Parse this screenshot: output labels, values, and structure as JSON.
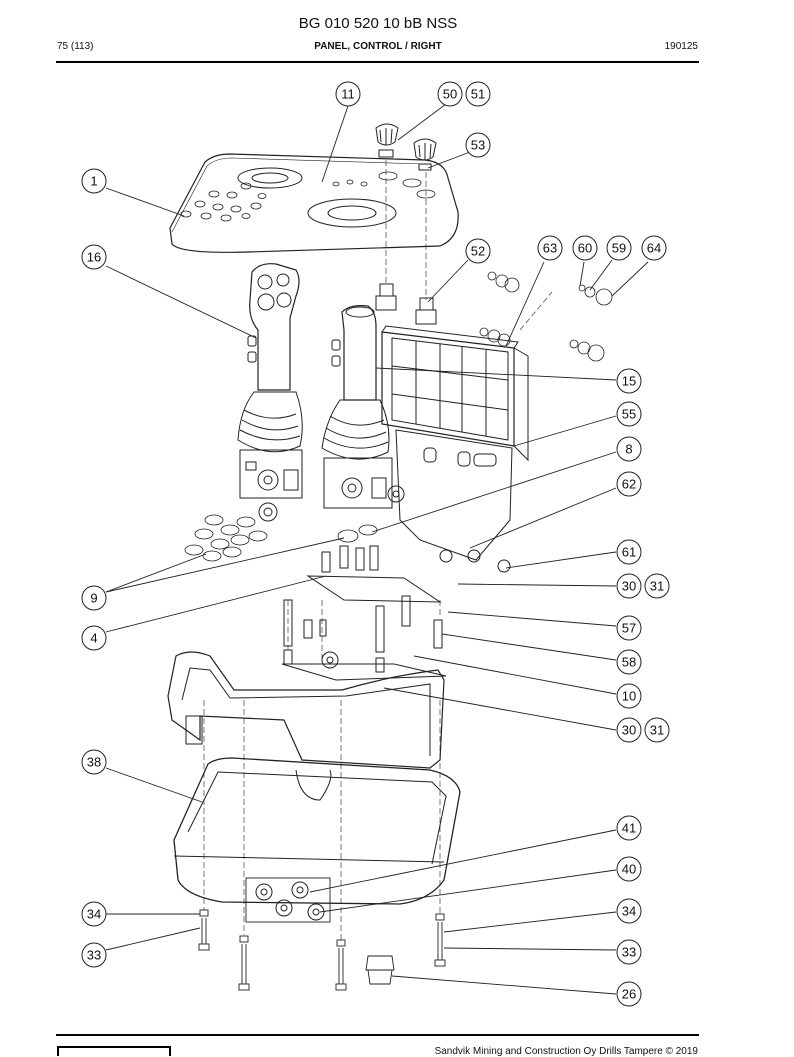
{
  "header": {
    "document_number": "BG 010 520 10 bB NSS",
    "page": "75 (113)",
    "section_title": "PANEL, CONTROL / RIGHT",
    "date_code": "190125"
  },
  "footer": {
    "copyright": "Sandvik Mining and Construction Oy Drills Tampere © 2019"
  },
  "callouts": [
    "11",
    "50",
    "51",
    "53",
    "1",
    "16",
    "52",
    "63",
    "60",
    "59",
    "64",
    "15",
    "55",
    "8",
    "62",
    "9",
    "4",
    "61",
    "30",
    "31",
    "57",
    "58",
    "10",
    "30",
    "31",
    "38",
    "41",
    "40",
    "34",
    "34",
    "33",
    "33",
    "26"
  ]
}
